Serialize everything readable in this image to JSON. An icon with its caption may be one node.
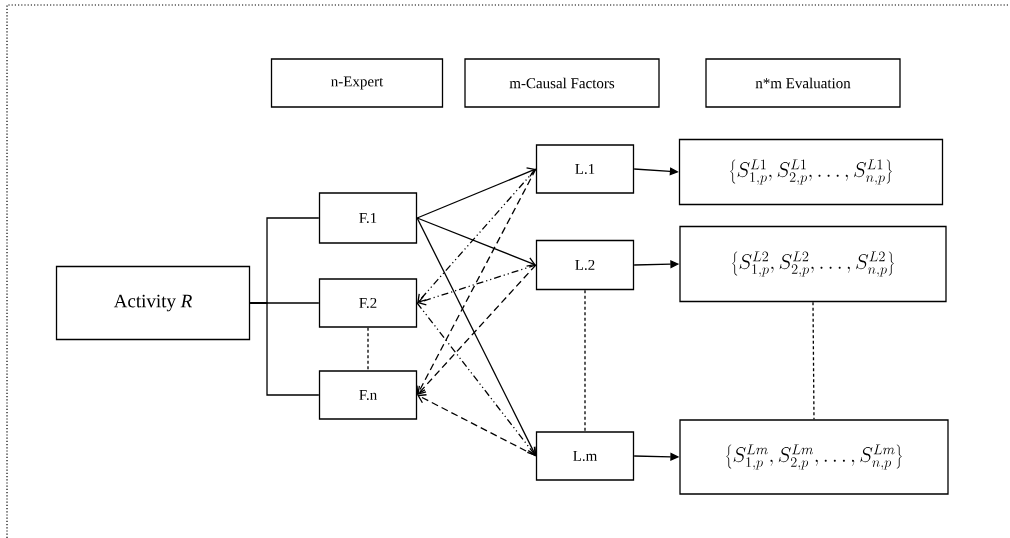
{
  "diagram": {
    "nodes": [
      {
        "text": [
          "n-Expert"
        ]
      },
      {
        "text": [
          "m-Causal Factors"
        ]
      },
      {
        "text": [
          "n*m Evaluation"
        ]
      },
      {
        "text": [
          "Activity *R*"
        ]
      },
      {
        "text": [
          "F.1"
        ]
      },
      {
        "text": [
          "F.2"
        ]
      },
      {
        "text": [
          "F.n"
        ]
      },
      {
        "text": [
          "L.1"
        ]
      },
      {
        "text": [
          "\\left\\{S_{1,p}^{L1},S_{2,p}^{L1},\\ldots,S_{n,p}^{L1}\\right\\}"
        ]
      },
      {
        "text": [
          "L.2"
        ]
      },
      {
        "text": [
          "\\left\\{S_{1,p}^{L2},S_{2,p}^{L2},\\ldots,S_{n,p}^{L2}\\right\\}"
        ]
      },
      {
        "text": [
          "L.m"
        ]
      },
      {
        "text": [
          "\\left\\{S_{1,p}^{Lm},S_{2,p}^{Lm},\\ldots,S_{n,p}^{Lm}\\right\\}"
        ]
      }
    ],
    "edges": [
      {
        "from": 3,
        "to": 4,
        "arrow": "none"
      },
      {
        "from": 3,
        "to": 5,
        "arrow": "none"
      },
      {
        "from": 3,
        "to": 6,
        "arrow": "none"
      },
      {
        "from": 4,
        "to": 7,
        "arrow": "to"
      },
      {
        "from": 4,
        "to": 9,
        "arrow": "to"
      },
      {
        "from": 4,
        "to": 11,
        "arrow": "to"
      },
      {
        "from": 7,
        "to": 5,
        "arrow": "to",
        "style": "dashed"
      },
      {
        "from": 9,
        "to": 5,
        "arrow": "to",
        "style": "dashed"
      },
      {
        "from": 5,
        "to": 11,
        "arrow": "to",
        "style": "dashed"
      },
      {
        "from": 7,
        "to": 6,
        "arrow": "to",
        "style": "dashed"
      },
      {
        "from": 9,
        "to": 6,
        "arrow": "to",
        "style": "dashed"
      },
      {
        "from": 11,
        "to": 6,
        "arrow": "to",
        "style": "dashed"
      },
      {
        "from": 5,
        "to": 6,
        "arrow": "none",
        "style": "dashed"
      },
      {
        "from": 9,
        "to": 11,
        "arrow": "none",
        "style": "dashed"
      },
      {
        "from": 10,
        "to": 12,
        "arrow": "none",
        "style": "dashed"
      },
      {
        "from": 7,
        "to": 8,
        "arrow": "to"
      },
      {
        "from": 9,
        "to": 10,
        "arrow": "to"
      },
      {
        "from": 11,
        "to": 12,
        "arrow": "to"
      }
    ]
  }
}
